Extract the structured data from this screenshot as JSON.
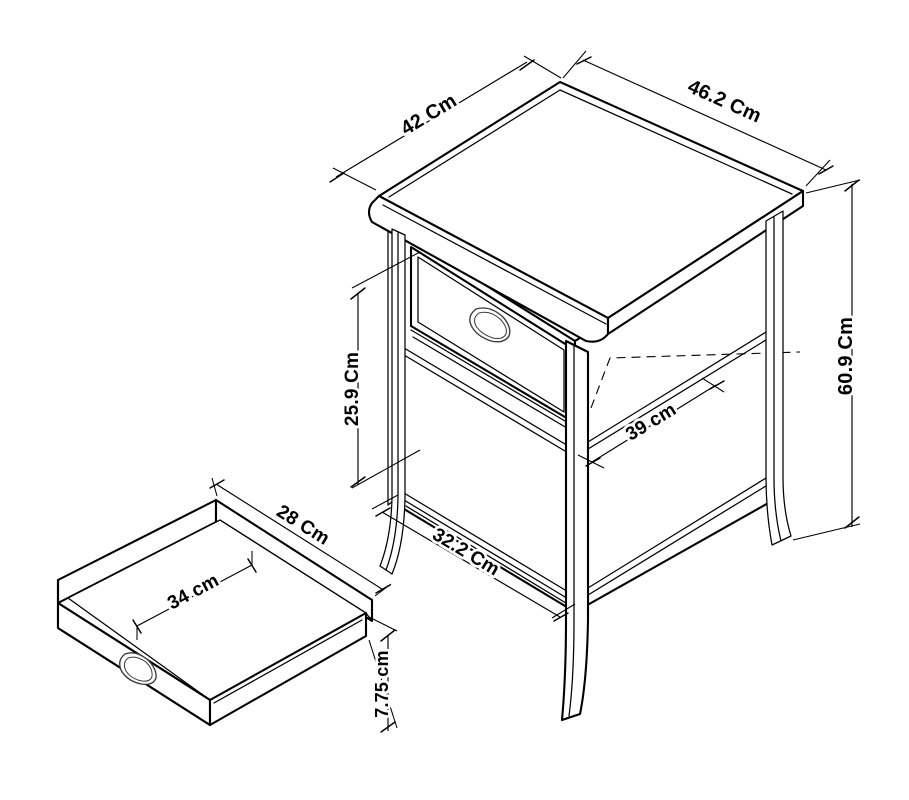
{
  "drawing": {
    "title": "Bedside Table Dimension Drawing",
    "subject": "1 drawer nightstand with open shelf and detached drawer",
    "projection": "isometric line drawing",
    "background_color": "#ffffff",
    "line_color": "#000000",
    "units": "centimetres"
  },
  "dimensions": {
    "top_depth": {
      "label": "42 Cm",
      "value": 42,
      "unit": "Cm",
      "describes": "top panel left-side edge (depth)"
    },
    "top_width": {
      "label": "46.2 Cm",
      "value": 46.2,
      "unit": "Cm",
      "describes": "top panel right-side edge (width)"
    },
    "total_height": {
      "label": "60.9 Cm",
      "value": 60.9,
      "unit": "Cm",
      "describes": "overall height of the nightstand"
    },
    "drawer_front_to_shelf": {
      "label": "25.9 Cm",
      "value": 25.9,
      "unit": "Cm",
      "describes": "vertical distance from top to shelf"
    },
    "shelf_depth": {
      "label": "39 cm",
      "value": 39,
      "unit": "cm",
      "describes": "internal shelf depth"
    },
    "lower_height": {
      "label": "32.2 Cm",
      "value": 32.2,
      "unit": "Cm",
      "describes": "lower rail vertical span"
    },
    "drawer_depth": {
      "label": "28 Cm",
      "value": 28,
      "unit": "Cm",
      "describes": "detached drawer side depth"
    },
    "drawer_width": {
      "label": "34 cm",
      "value": 34,
      "unit": "cm",
      "describes": "detached drawer internal width"
    },
    "drawer_height": {
      "label": "7.75 cm",
      "value": 7.75,
      "unit": "cm",
      "describes": "detached drawer side height"
    }
  },
  "parts": {
    "cabinet": {
      "name": "nightstand-body"
    },
    "top_panel": {
      "name": "table-top"
    },
    "drawer_front": {
      "name": "drawer-front"
    },
    "shelf": {
      "name": "open-shelf"
    },
    "legs": {
      "name": "tapered-legs"
    },
    "detached_drawer": {
      "name": "detached-drawer-box"
    },
    "handle": {
      "name": "teardrop-cup-handle"
    }
  }
}
